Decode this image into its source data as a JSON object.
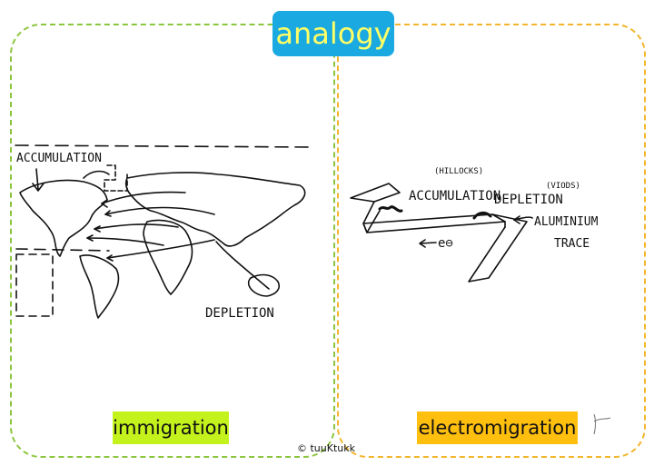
{
  "title": "analogy",
  "left_panel": {
    "caption": "immigration",
    "labels": {
      "accumulation": "ACCUMULATION",
      "depletion": "DEPLETION"
    }
  },
  "right_panel": {
    "caption": "electromigration",
    "labels": {
      "hillocks": "(HILLOCKS)",
      "accumulation": "ACCUMULATION",
      "voids": "(VIODS)",
      "depletion": "DEPLETION",
      "aluminium": "ALUMINIUM",
      "trace": "TRACE",
      "electron": "e⊖"
    }
  },
  "copyright": "© tuuKtukk",
  "colors": {
    "left_border": "#8cc63f",
    "right_border": "#f2b52b",
    "title_bg": "#1ba9e1",
    "title_text": "#ffff66",
    "immigration_bg": "#c4f21d",
    "electromigration_bg": "#ffbf0f"
  }
}
